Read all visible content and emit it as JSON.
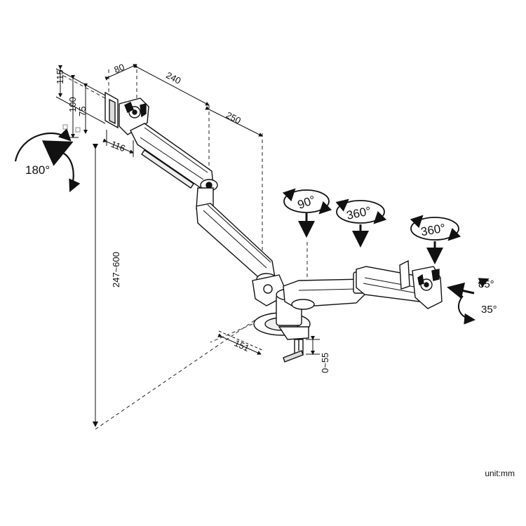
{
  "dimensions": {
    "arm_depth": "80",
    "arm_segment_1": "240",
    "arm_segment_2": "250",
    "vesa_max": "115",
    "vesa_100": "100",
    "vesa_75": "75",
    "plate_width": "116",
    "height_range": "247~600",
    "base_diameter": "151",
    "clamp_range": "0~55"
  },
  "angles": {
    "rotate": "180°",
    "arm_swivel": "90°",
    "mid_swivel": "360°",
    "head_swivel": "360°",
    "tilt_up": "85°",
    "tilt_down": "35°"
  },
  "unit_label": "unit:mm"
}
